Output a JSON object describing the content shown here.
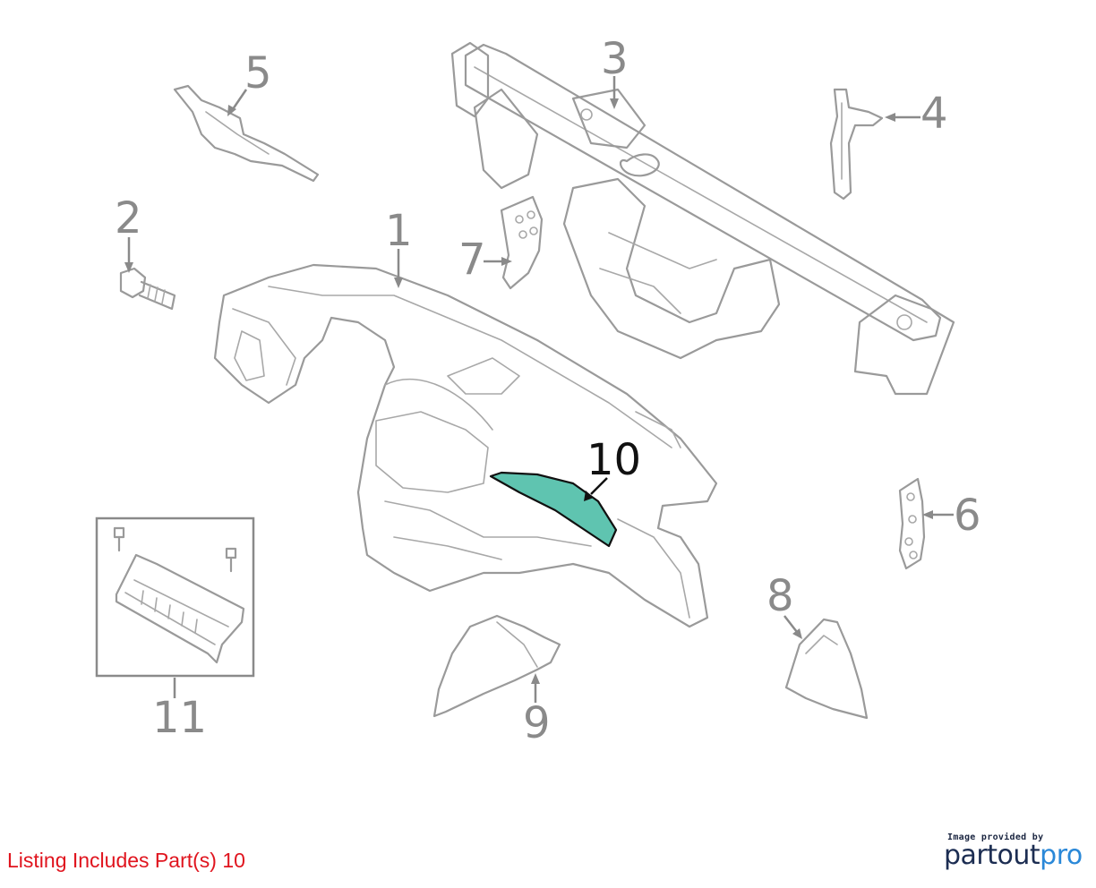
{
  "callouts": [
    "1",
    "2",
    "3",
    "4",
    "5",
    "6",
    "7",
    "8",
    "9",
    "10",
    "11"
  ],
  "highlighted_part": "10",
  "listing_note": "Listing Includes Part(s) 10",
  "brand": {
    "caption": "Image provided by",
    "logo_part1": "partout",
    "logo_part2": "pro",
    "logo_colors": {
      "dark": "#1c2d52",
      "accent": "#2a88d8"
    }
  },
  "colors": {
    "highlight_fill": "#5fc4b0",
    "line": "#9a9a9a",
    "note_text": "#e0141e"
  }
}
